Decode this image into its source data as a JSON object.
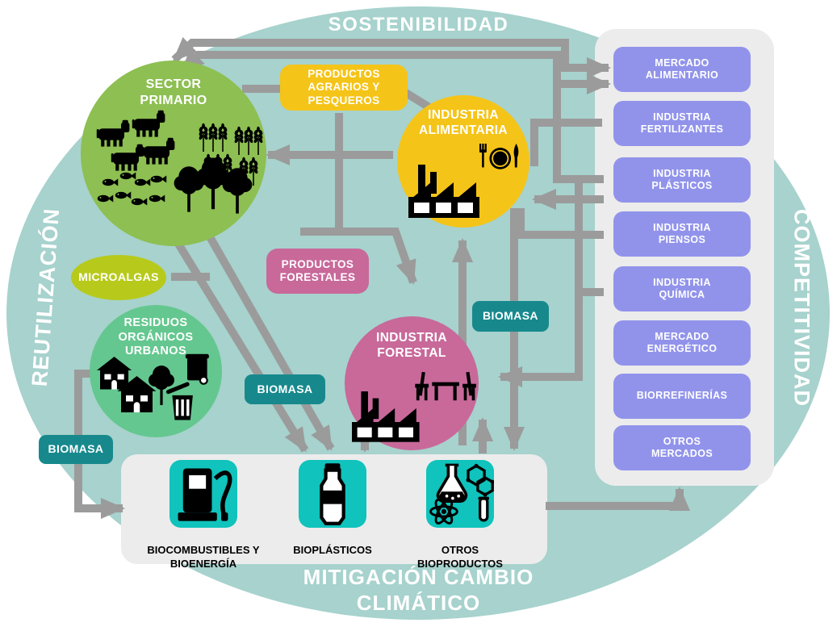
{
  "colors": {
    "ellipse_teal": "#a7d2cd",
    "arrow_gray": "#9b9b9b",
    "panel_gray": "#ececec",
    "market_purple": "#9193eb",
    "primary_green": "#8dbf52",
    "food_yellow": "#f5c418",
    "forest_pink": "#c8699a",
    "waste_mint": "#64c78f",
    "microalgae_green": "#b7ca1b",
    "biomass_teal": "#17898d",
    "product_tile_teal": "#10c3bc"
  },
  "outer_labels": {
    "top": "SOSTENIBILIDAD",
    "left": "REUTILIZACIÓN",
    "right": "COMPETITIVIDAD",
    "bottom": "MITIGACIÓN CAMBIO\nCLIMÁTICO"
  },
  "nodes": {
    "sector_primario": {
      "label": "SECTOR\nPRIMARIO",
      "icons": [
        "cows-icon",
        "wheat-icon",
        "trees-icon",
        "fish-icon"
      ]
    },
    "industria_alimentaria": {
      "label": "INDUSTRIA\nALIMENTARIA",
      "icons": [
        "factory-icon",
        "cutlery-plate-icon"
      ]
    },
    "industria_forestal": {
      "label": "INDUSTRIA\nFORESTAL",
      "icons": [
        "factory-icon",
        "table-chairs-icon"
      ]
    },
    "residuos_organicos": {
      "label": "RESIDUOS\nORGÁNICOS\nURBANOS",
      "icons": [
        "houses-icon",
        "tree-icon",
        "trash-bins-icon"
      ]
    }
  },
  "flow_labels": {
    "productos_agrarios": "PRODUCTOS\nAGRARIOS Y\nPESQUEROS",
    "productos_forestales": "PRODUCTOS\nFORESTALES",
    "microalgas": "MICROALGAS",
    "biomasa_left": "BIOMASA",
    "biomasa_center": "BIOMASA",
    "biomasa_right": "BIOMASA"
  },
  "market_panel": {
    "items": [
      {
        "label": "MERCADO\nALIMENTARIO"
      },
      {
        "label": "INDUSTRIA\nFERTILIZANTES"
      },
      {
        "label": "INDUSTRIA\nPLÁSTICOS"
      },
      {
        "label": "INDUSTRIA\nPIENSOS"
      },
      {
        "label": "INDUSTRIA\nQUÍMICA"
      },
      {
        "label": "MERCADO\nENERGÉTICO"
      },
      {
        "label": "BIORREFINERÍAS"
      },
      {
        "label": "OTROS\nMERCADOS"
      }
    ]
  },
  "products_panel": {
    "items": [
      {
        "label": "BIOCOMBUSTIBLES Y\nBIOENERGÍA",
        "icon": "fuel-pump-icon"
      },
      {
        "label": "BIOPLÁSTICOS",
        "icon": "plastic-bottle-icon"
      },
      {
        "label": "OTROS\nBIOPRODUCTOS",
        "icon": "bioproducts-icon"
      }
    ]
  }
}
